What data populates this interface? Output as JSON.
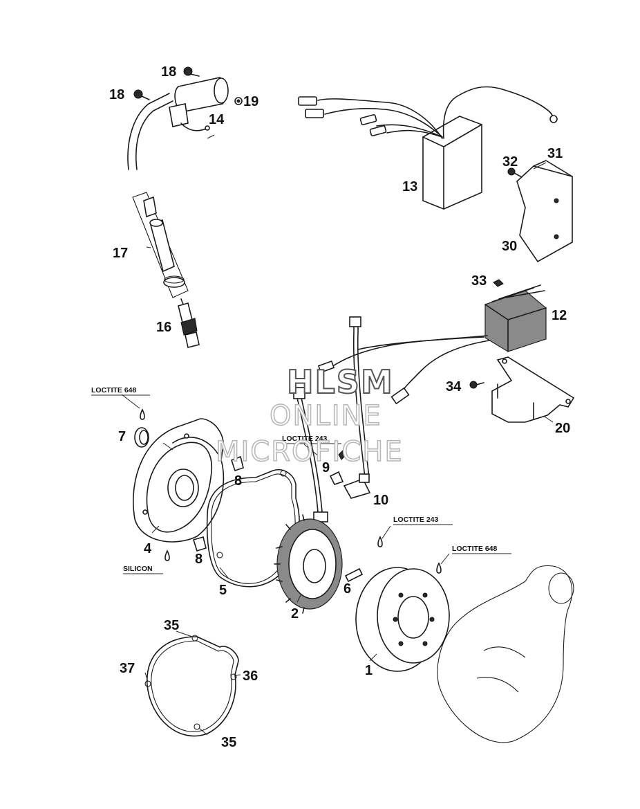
{
  "labels": {
    "p1": "1",
    "p2": "2",
    "p4": "4",
    "p5": "5",
    "p6": "6",
    "p7": "7",
    "p8a": "8",
    "p8b": "8",
    "p9": "9",
    "p10": "10",
    "p12": "12",
    "p13": "13",
    "p14": "14",
    "p16": "16",
    "p17": "17",
    "p18a": "18",
    "p18b": "18",
    "p19": "19",
    "p20": "20",
    "p30": "30",
    "p31": "31",
    "p32": "32",
    "p33": "33",
    "p34": "34",
    "p35a": "35",
    "p35b": "35",
    "p36": "36",
    "p37": "37"
  },
  "notes": {
    "loctite648_left": "LOCTITE 648",
    "loctite243_center": "LOCTITE 243",
    "loctite243_right": "LOCTITE 243",
    "loctite648_right": "LOCTITE 648",
    "silicon": "SILICON"
  },
  "watermark": {
    "line1": "HLSM",
    "line2": "ONLINE",
    "line3": "MICROFICHE"
  }
}
